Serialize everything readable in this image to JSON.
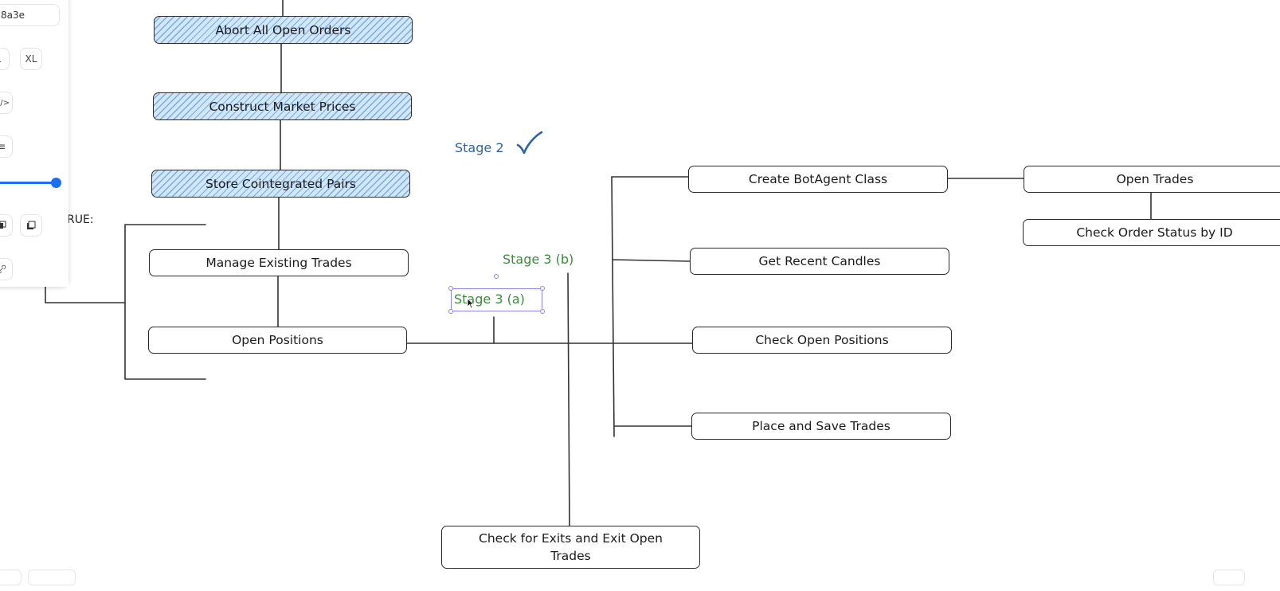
{
  "diagram": {
    "stage2": {
      "label": "Stage 2",
      "check_icon": "checkmark-icon",
      "color": "#2f64a3"
    },
    "stage3a": {
      "label": "Stage 3 (a)",
      "color": "#3d8a3d"
    },
    "stage3b": {
      "label": "Stage 3 (b)",
      "color": "#3d8a3d"
    },
    "fragment_text": "RUE:",
    "nodes": {
      "abort_all_open_orders": "Abort All Open Orders",
      "construct_market_prices": "Construct Market Prices",
      "store_cointegrated_pairs": "Store Cointegrated Pairs",
      "manage_existing_trades": "Manage Existing Trades",
      "open_positions": "Open Positions",
      "create_botagent_class": "Create BotAgent Class",
      "get_recent_candles": "Get Recent Candles",
      "check_open_positions": "Check Open Positions",
      "place_and_save_trades": "Place and Save Trades",
      "open_trades": "Open Trades",
      "check_order_status_by_id": "Check Order Status by ID",
      "check_for_exits": "Check for Exits and Exit Open Trades"
    },
    "completed_fill_color": "#cfe6fb"
  },
  "panel": {
    "hex_value": "8a3e",
    "size_l": "L",
    "size_xl": "XL",
    "code_icon": "</>",
    "align_icon": "≡",
    "accent_color": "#1d6ef5",
    "icons": [
      "code-icon",
      "align-icon",
      "layer-icon",
      "copy-icon",
      "link-icon"
    ]
  }
}
